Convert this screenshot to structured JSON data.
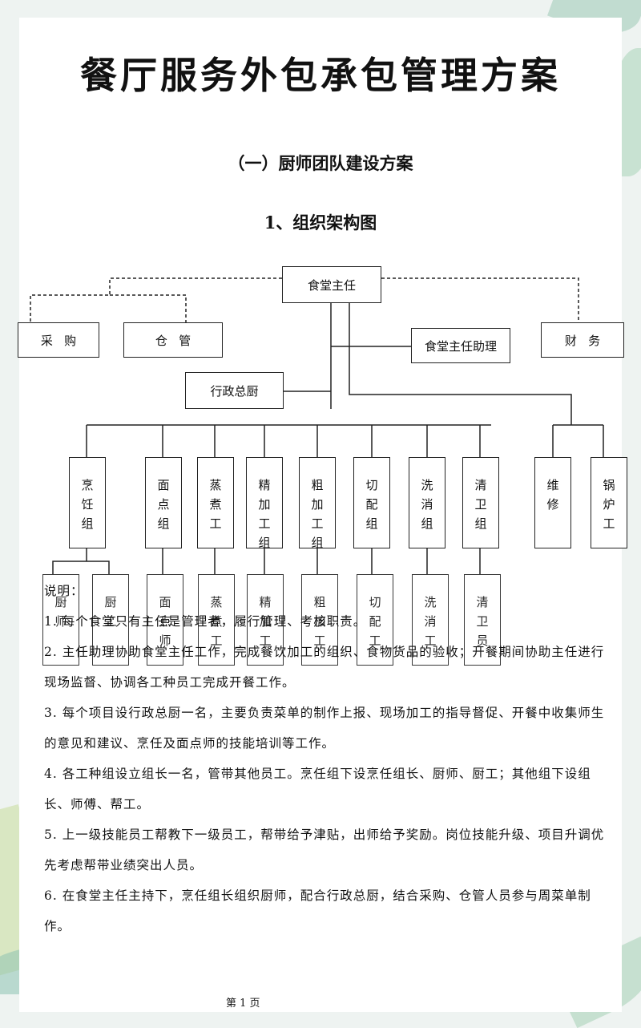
{
  "doc": {
    "title": "餐厅服务外包承包管理方案",
    "subtitle": "（一）厨师团队建设方案",
    "section": "1、组织架构图"
  },
  "org": {
    "top": "食堂主任",
    "purchase": "采   购",
    "storage": "仓   管",
    "assistant": "食堂主任助理",
    "finance": "财   务",
    "chef": "行政总厨",
    "groups": [
      [
        "烹",
        "饪",
        "组"
      ],
      [
        "面",
        "点",
        "组"
      ],
      [
        "蒸",
        "煮",
        "工"
      ],
      [
        "精",
        "加",
        "工",
        "组"
      ],
      [
        "粗",
        "加",
        "工",
        "组"
      ],
      [
        "切",
        "配",
        "组"
      ],
      [
        "洗",
        "消",
        "组"
      ],
      [
        "清",
        "卫",
        "组"
      ],
      [
        "维",
        "修"
      ],
      [
        "锅",
        "炉",
        "工"
      ]
    ],
    "sub": [
      [
        "厨",
        "师"
      ],
      [
        "厨",
        "工"
      ],
      [
        "面",
        "点",
        "师"
      ],
      [
        "蒸",
        "煮",
        "工"
      ],
      [
        "精",
        "加",
        "工"
      ],
      [
        "粗",
        "加",
        "工"
      ],
      [
        "切",
        "配",
        "工"
      ],
      [
        "洗",
        "消",
        "工"
      ],
      [
        "清",
        "卫",
        "员"
      ]
    ]
  },
  "notes": {
    "heading": "说明：",
    "items": [
      "1. 每个食堂只有主任是管理者，履行管理、考核职责。",
      "2. 主任助理协助食堂主任工作，完成餐饮加工的组织、食物货品的验收；开餐期间协助主任进行现场监督、协调各工种员工完成开餐工作。",
      "3. 每个项目设行政总厨一名，主要负责菜单的制作上报、现场加工的指导督促、开餐中收集师生的意见和建议、烹任及面点师的技能培训等工作。",
      "4. 各工种组设立组长一名，管带其他员工。烹任组下设烹任组长、厨师、厨工；其他组下设组长、师傅、帮工。",
      "5. 上一级技能员工帮教下一级员工，帮带给予津贴，出师给予奖励。岗位技能升级、项目升调优先考虑帮带业绩突出人员。",
      "6. 在食堂主任主持下，烹任组长组织厨师，配合行政总厨，结合采购、仓管人员参与周菜单制作。"
    ]
  },
  "footer": "第 1 页"
}
